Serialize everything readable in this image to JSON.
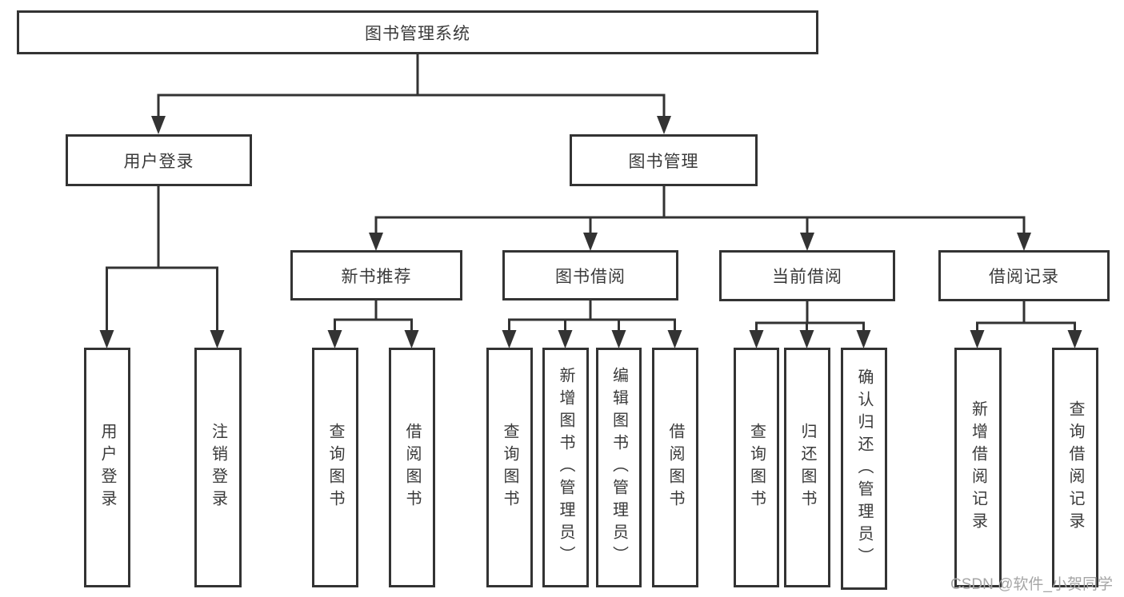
{
  "tree": {
    "label": "图书管理系统",
    "children": [
      {
        "label": "用户登录",
        "children": [
          {
            "label": "用户登录"
          },
          {
            "label": "注销登录"
          }
        ]
      },
      {
        "label": "图书管理",
        "children": [
          {
            "label": "新书推荐",
            "children": [
              {
                "label": "查询图书"
              },
              {
                "label": "借阅图书"
              }
            ]
          },
          {
            "label": "图书借阅",
            "children": [
              {
                "label": "查询图书"
              },
              {
                "label": "新增图书（管理员）"
              },
              {
                "label": "编辑图书（管理员）"
              },
              {
                "label": "借阅图书"
              }
            ]
          },
          {
            "label": "当前借阅",
            "children": [
              {
                "label": "查询图书"
              },
              {
                "label": "归还图书"
              },
              {
                "label": "确认归还（管理员）"
              }
            ]
          },
          {
            "label": "借阅记录",
            "children": [
              {
                "label": "新增借阅记录"
              },
              {
                "label": "查询借阅记录"
              }
            ]
          }
        ]
      }
    ]
  },
  "watermark": {
    "text": "CSDN @软件_小贺同学"
  },
  "colors": {
    "line": "#333333",
    "box_border": "#333333",
    "text": "#3a3a3a",
    "watermark": "#a5a5a5",
    "background": "#ffffff"
  }
}
